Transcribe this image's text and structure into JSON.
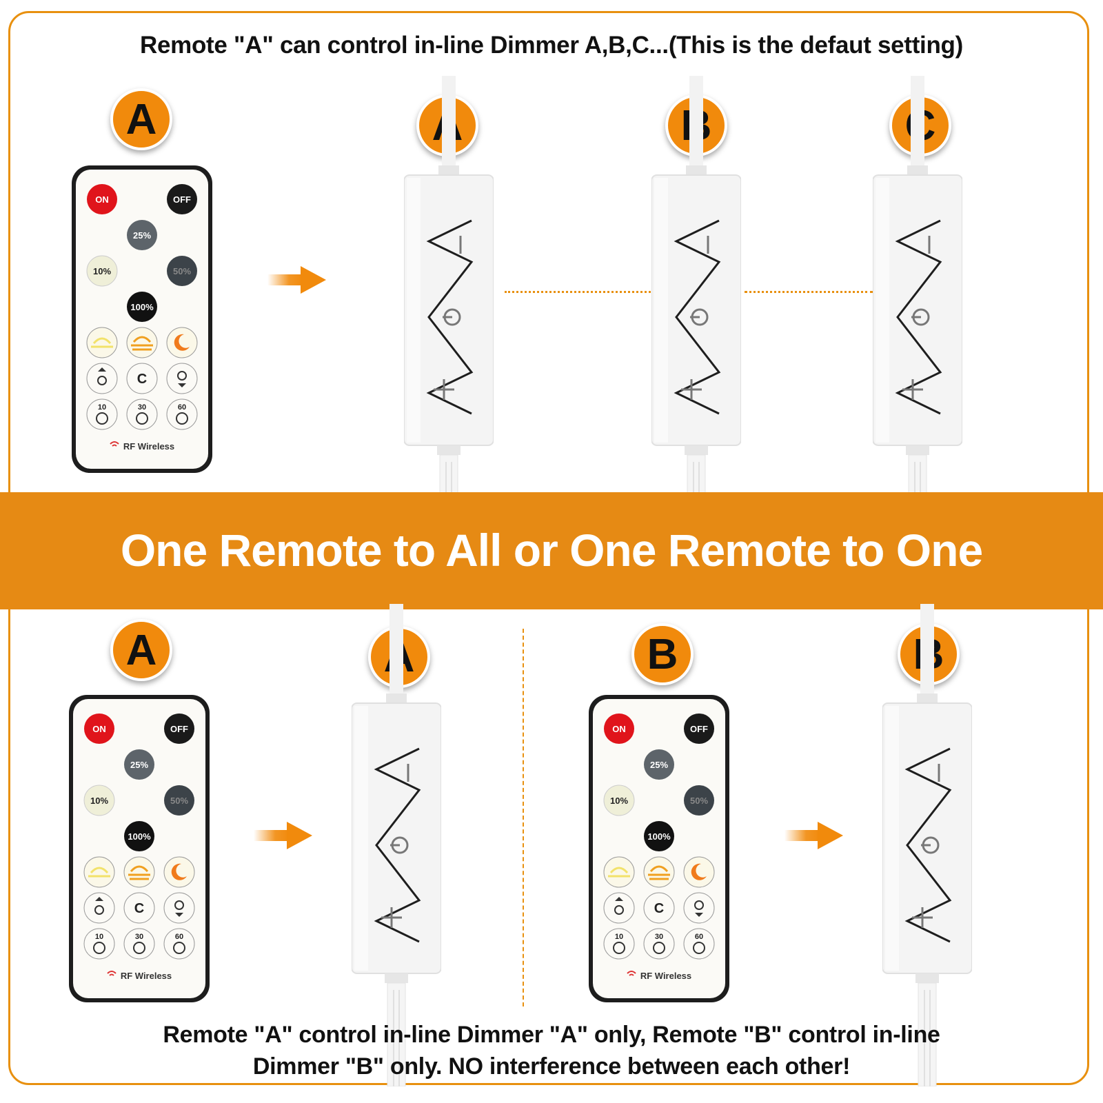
{
  "top_caption": "Remote \"A\" can control in-line Dimmer A,B,C...(This is the defaut setting)",
  "banner_title": "One Remote to All or One Remote to One",
  "bottom_caption_line1": "Remote \"A\" control in-line Dimmer \"A\" only, Remote \"B\" control in-line",
  "bottom_caption_line2": "Dimmer \"B\" only. NO interference between each other!",
  "badges": {
    "top_remote": "A",
    "top_dimmer_a": "A",
    "top_dimmer_b": "B",
    "top_dimmer_c": "C",
    "bottom_remote_a": "A",
    "bottom_dimmer_a": "A",
    "bottom_remote_b": "B",
    "bottom_dimmer_b": "B"
  },
  "remote": {
    "on": "ON",
    "off": "OFF",
    "p25": "25%",
    "p10": "10%",
    "p50": "50%",
    "p100": "100%",
    "c": "C",
    "t10": "10",
    "t30": "30",
    "t60": "60",
    "brand": "RF Wireless"
  },
  "colors": {
    "accent": "#e68a14",
    "badge": "#f18a0c",
    "on_button": "#e0141b",
    "dark_button": "#1a1a1a"
  },
  "icons": [
    "arrow-right-icon",
    "power-icon",
    "plus-icon",
    "minus-icon",
    "sunrise-icon",
    "sunset-icon",
    "moon-icon",
    "brightness-up-icon",
    "brightness-down-icon",
    "timer-icon",
    "wireless-icon"
  ]
}
